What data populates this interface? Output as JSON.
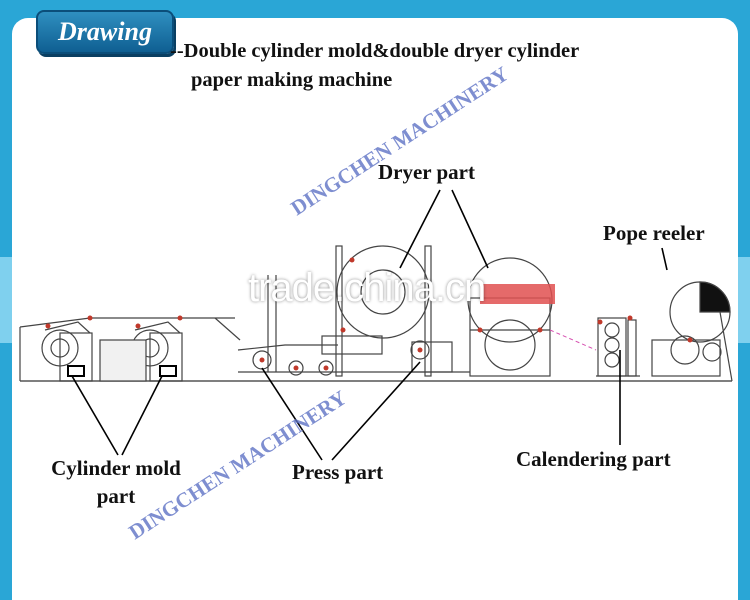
{
  "badge": {
    "label": "Drawing"
  },
  "title": {
    "line1": "--Double cylinder mold&double dryer cylinder",
    "line2": "paper making machine"
  },
  "labels": {
    "dryer": "Dryer part",
    "pope": "Pope reeler",
    "cylinder_line1": "Cylinder mold",
    "cylinder_line2": "part",
    "press": "Press part",
    "calendering": "Calendering part"
  },
  "watermarks": {
    "company": "DINGCHEN MACHINERY",
    "site": "trade.china.cn"
  },
  "colors": {
    "background": "#2aa6d6",
    "band": "#7fd0ee",
    "badge": "#1a73a8",
    "watermark": "#5a6fc4",
    "drawing_accent": "#c0392b"
  }
}
